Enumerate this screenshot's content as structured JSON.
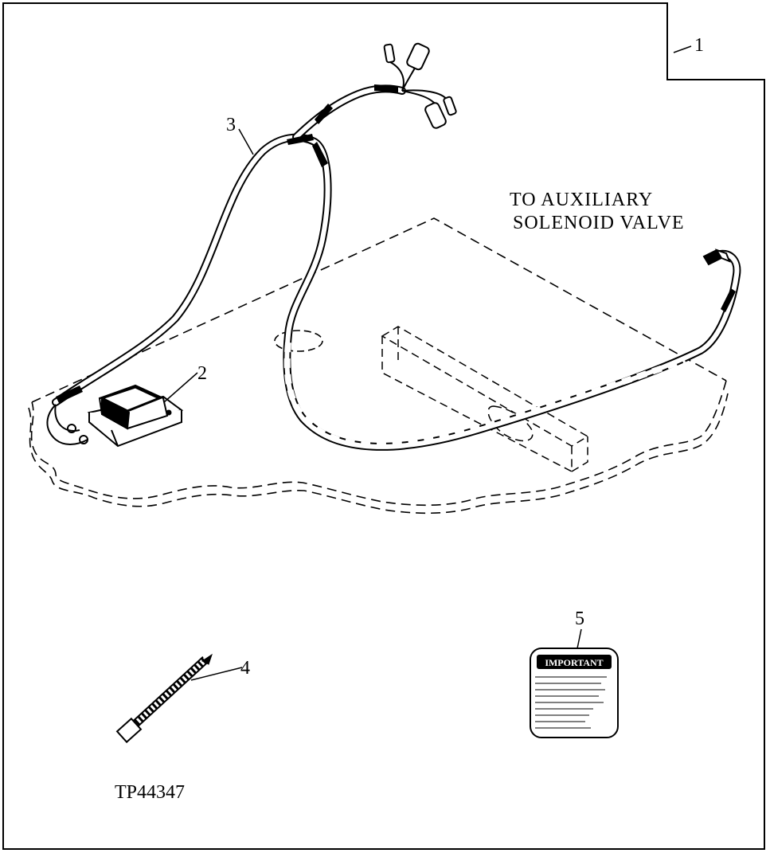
{
  "callouts": {
    "c1": "1",
    "c2": "2",
    "c3": "3",
    "c4": "4",
    "c5": "5"
  },
  "note_line1": "TO AUXILIARY",
  "note_line2": "SOLENOID VALVE",
  "figure_id": "TP44347",
  "decal_heading": "IMPORTANT"
}
